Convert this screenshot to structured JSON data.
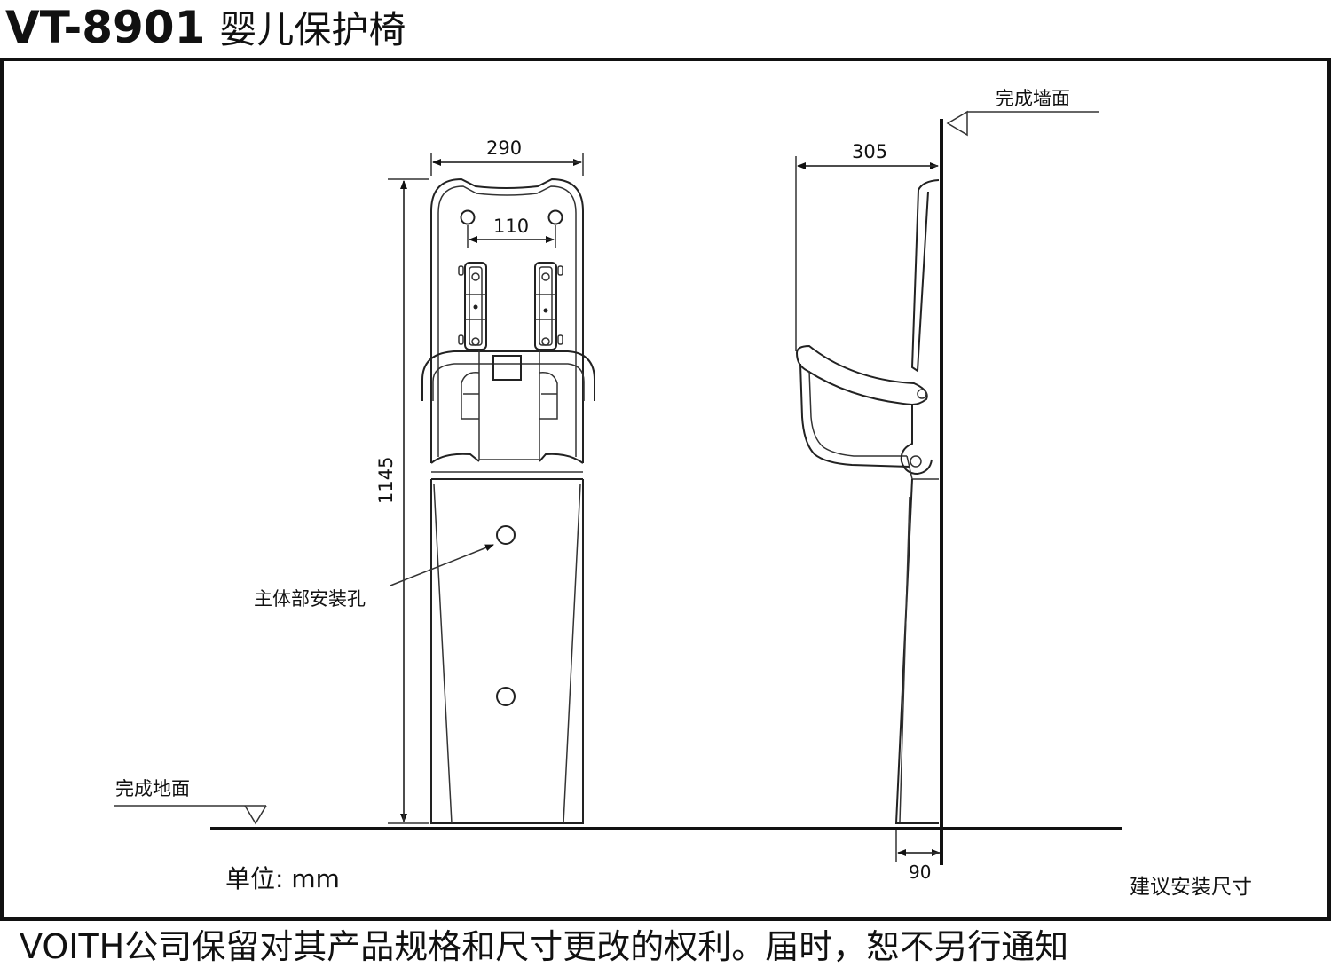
{
  "header": {
    "model": "VT-8901",
    "product_name": "婴儿保护椅"
  },
  "labels": {
    "wall": "完成墙面",
    "floor": "完成地面",
    "mount_holes": "主体部安装孔",
    "units": "单位: mm",
    "recommended": "建议安装尺寸"
  },
  "dimensions": {
    "front_width": "290",
    "hole_spacing": "110",
    "total_height": "1145",
    "depth": "305",
    "base_offset": "90"
  },
  "footer": {
    "disclaimer": "VOITH公司保留对其产品规格和尺寸更改的权利。届时，恕不另行通知"
  }
}
